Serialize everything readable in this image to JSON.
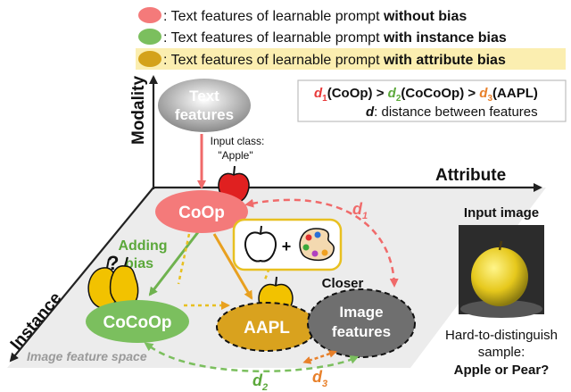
{
  "legend": [
    {
      "prefix": ": Text features of learnable prompt ",
      "emph": "without bias",
      "color": "#f47a7a"
    },
    {
      "prefix": ": Text features of learnable prompt ",
      "emph": "with instance bias",
      "color": "#7bbf5e"
    },
    {
      "prefix": ": Text features of learnable prompt ",
      "emph": "with attribute bias",
      "color": "#d4a21a",
      "highlight": "#fbeeb0"
    }
  ],
  "distance_box": {
    "line1": {
      "d1_sym": "d",
      "d1_sub": "1",
      "d1_txt": "(CoOp) > ",
      "d2_sym": "d",
      "d2_sub": "2",
      "d2_txt": "(CoCoOp) > ",
      "d3_sym": "d",
      "d3_sub": "3",
      "d3_txt": "(AAPL)"
    },
    "line2": {
      "sym": "d",
      "txt": ": distance between features"
    }
  },
  "axes": {
    "modality": "Modality",
    "attribute": "Attribute",
    "instance": "Instance"
  },
  "nodes": {
    "text_features_l1": "Text",
    "text_features_l2": "features",
    "coop": "CoOp",
    "cocoop": "CoCoOp",
    "aapl": "AAPL",
    "image_features_l1": "Image",
    "image_features_l2": "features"
  },
  "annotations": {
    "input_class_l1": "Input class:",
    "input_class_l2": "\"Apple\"",
    "adding_bias_l1": "Adding",
    "adding_bias_l2": "bias",
    "closer": "Closer",
    "question_mark": "?",
    "plane_label": "Image feature space"
  },
  "distances": {
    "d1": {
      "sym": "d",
      "sub": "1",
      "color": "#f47a7a"
    },
    "d2": {
      "sym": "d",
      "sub": "2",
      "color": "#7bbf5e"
    },
    "d3": {
      "sym": "d",
      "sub": "3",
      "color": "#e8802a"
    }
  },
  "input_image": {
    "title": "Input image",
    "caption_l1": "Hard-to-distinguish",
    "caption_l2": "sample:",
    "caption_l3": "Apple or Pear?"
  },
  "colors": {
    "coop": "#f47a7a",
    "cocoop": "#7bbf5e",
    "aapl": "#d9a21e",
    "image_features": "#6f6f6f",
    "plane": "#ececec"
  }
}
